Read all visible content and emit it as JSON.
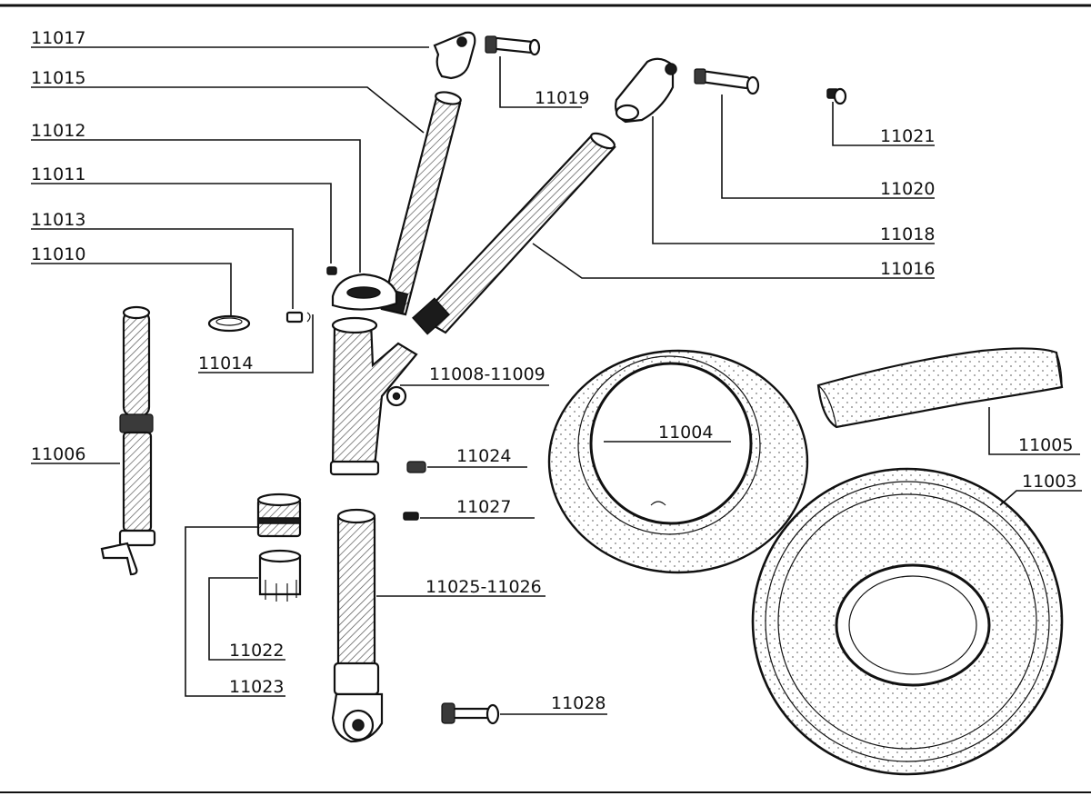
{
  "colors": {
    "ink": "#111111",
    "paper": "#ffffff"
  },
  "callouts": {
    "p11017": "11017",
    "p11015": "11015",
    "p11012": "11012",
    "p11011": "11011",
    "p11013": "11013",
    "p11010": "11010",
    "p11014": "11014",
    "p11006": "11006",
    "p11019": "11019",
    "p11021": "11021",
    "p11020": "11020",
    "p11018": "11018",
    "p11016": "11016",
    "p11008_11009": "11008-11009",
    "p11024": "11024",
    "p11027": "11027",
    "p11025_11026": "11025-11026",
    "p11022": "11022",
    "p11023": "11023",
    "p11028": "11028",
    "p11004": "11004",
    "p11005": "11005",
    "p11003": "11003"
  }
}
